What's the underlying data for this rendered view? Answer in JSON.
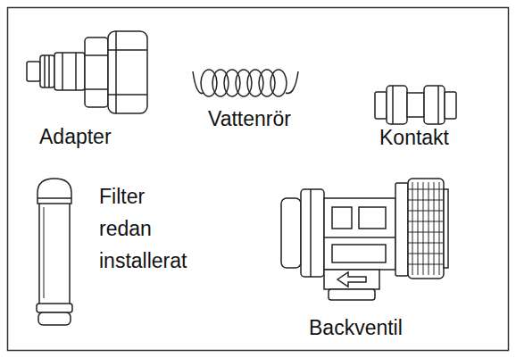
{
  "diagram": {
    "labels": [
      "Adapter",
      "Vattenrör",
      "Kontakt",
      "Filter redan installerat",
      "Backventil"
    ]
  }
}
